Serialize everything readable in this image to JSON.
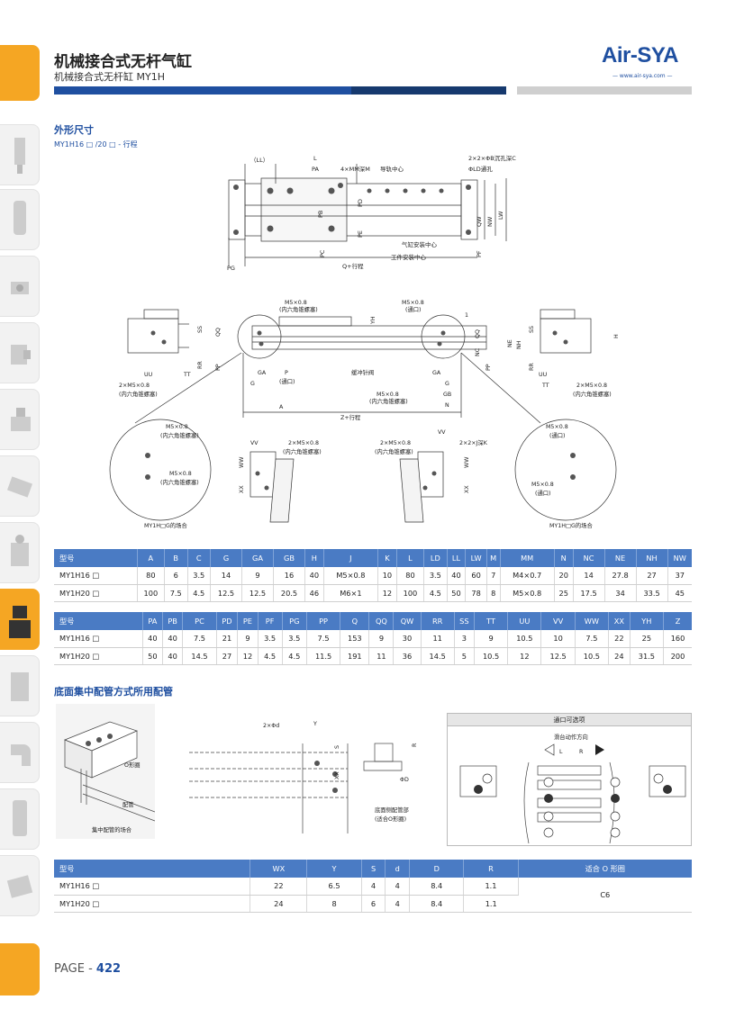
{
  "header": {
    "title": "机械接合式无杆气缸",
    "subtitle": "机械接合式无杆缸 MY1H",
    "logo": "Air-SYA",
    "logo_url": "— www.air-sya.com —"
  },
  "section1": {
    "title": "外形尺寸",
    "note": "MY1H16 □ /20 □ - 行程"
  },
  "drawing_labels": {
    "LL": "（LL）",
    "L": "L",
    "PA": "PA",
    "MM": "4×MM深M",
    "rail": "导轨中心",
    "counterbore": "2×2×ΦB沉孔深C",
    "LD": "ΦLD通孔",
    "PB": "PB",
    "PD": "PD",
    "PE": "PE",
    "PC": "PC",
    "QW": "QW",
    "NW": "NW",
    "LW": "LW",
    "PF": "PF",
    "cyl_center": "气缸安装中心",
    "work_center": "工件安装中心",
    "PG": "PG",
    "Qstroke": "Q+行程",
    "m5_1": "M5×0.8",
    "plug_1": "(内六角锥螺塞)",
    "m5_2": "M5×0.8",
    "port_2": "(通口)",
    "one": "1",
    "SS": "SS",
    "QQ": "QQ",
    "YH": "YH",
    "NC": "NC",
    "NE": "NE",
    "NH": "NH",
    "H": "H",
    "RR": "RR",
    "PP": "PP",
    "UU": "UU",
    "TT": "TT",
    "GA": "GA",
    "G": "G",
    "P": "P",
    "port_p": "(通口)",
    "needle": "缓冲针阀",
    "GB": "GB",
    "N": "N",
    "A": "A",
    "Zstroke": "Z+行程",
    "m5x2": "2×M5×0.8",
    "plug_x2": "(内六角锥螺塞)",
    "VV": "VV",
    "WW": "WW",
    "XX": "XX",
    "JK": "2×2×J深K",
    "case_left": "MY1H□G的场合",
    "case_right": "MY1H□G的场合",
    "det_m5a": "M5×0.8",
    "det_plug_a": "(内六角锥螺塞)",
    "det_m5b": "M5×0.8",
    "det_plug_b": "(内六角锥螺塞)",
    "det_m5c": "M5×0.8",
    "det_port_c": "(通口)",
    "det_m5d": "M5×0.8",
    "det_port_d": "(通口)"
  },
  "table1": {
    "header": [
      "型号",
      "A",
      "B",
      "C",
      "G",
      "GA",
      "GB",
      "H",
      "J",
      "K",
      "L",
      "LD",
      "LL",
      "LW",
      "M",
      "MM",
      "N",
      "NC",
      "NE",
      "NH",
      "NW"
    ],
    "rows": [
      [
        "MY1H16 □",
        "80",
        "6",
        "3.5",
        "14",
        "9",
        "16",
        "40",
        "M5×0.8",
        "10",
        "80",
        "3.5",
        "40",
        "60",
        "7",
        "M4×0.7",
        "20",
        "14",
        "27.8",
        "27",
        "37"
      ],
      [
        "MY1H20 □",
        "100",
        "7.5",
        "4.5",
        "12.5",
        "12.5",
        "20.5",
        "46",
        "M6×1",
        "12",
        "100",
        "4.5",
        "50",
        "78",
        "8",
        "M5×0.8",
        "25",
        "17.5",
        "34",
        "33.5",
        "45"
      ]
    ]
  },
  "table2": {
    "header": [
      "型号",
      "PA",
      "PB",
      "PC",
      "PD",
      "PE",
      "PF",
      "PG",
      "PP",
      "Q",
      "QQ",
      "QW",
      "RR",
      "SS",
      "TT",
      "UU",
      "VV",
      "WW",
      "XX",
      "YH",
      "Z"
    ],
    "rows": [
      [
        "MY1H16 □",
        "40",
        "40",
        "7.5",
        "21",
        "9",
        "3.5",
        "3.5",
        "7.5",
        "153",
        "9",
        "30",
        "11",
        "3",
        "9",
        "10.5",
        "10",
        "7.5",
        "22",
        "25",
        "160"
      ],
      [
        "MY1H20 □",
        "50",
        "40",
        "14.5",
        "27",
        "12",
        "4.5",
        "4.5",
        "11.5",
        "191",
        "11",
        "36",
        "14.5",
        "5",
        "10.5",
        "12",
        "12.5",
        "10.5",
        "24",
        "31.5",
        "200"
      ]
    ]
  },
  "section2": {
    "title": "底面集中配管方式所用配管",
    "o_ring": "O形圈",
    "pipe": "配管",
    "case_central": "集中配管的场合",
    "phi_d": "2×Φd",
    "Y": "Y",
    "S": "S",
    "XX": "XX",
    "R": "R",
    "PhiD": "ΦD",
    "bottom_note1": "底面侧配管部",
    "bottom_note2": "(适合O形圈)",
    "port_box_title": "通口可选项",
    "slide_dir": "滑台动作方向",
    "L": "L",
    "Rr": "R"
  },
  "table3": {
    "header": [
      "型号",
      "WX",
      "Y",
      "S",
      "d",
      "D",
      "R",
      "适合 O 形圈"
    ],
    "rows": [
      [
        "MY1H16 □",
        "22",
        "6.5",
        "4",
        "4",
        "8.4",
        "1.1"
      ],
      [
        "MY1H20 □",
        "24",
        "8",
        "6",
        "4",
        "8.4",
        "1.1"
      ]
    ],
    "oring": "C6"
  },
  "footer": {
    "page_prefix": "PAGE - ",
    "page_num": "422"
  },
  "colors": {
    "brand_blue": "#1f4fa0",
    "orange": "#f5a623",
    "table_head": "#4a7bc4"
  }
}
